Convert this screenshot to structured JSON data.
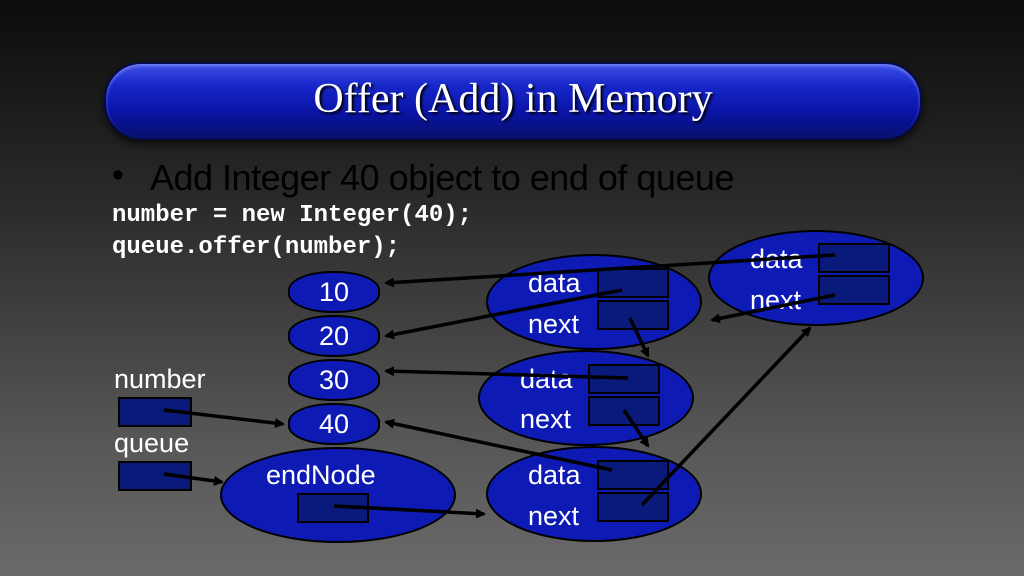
{
  "title": "Offer (Add) in Memory",
  "bullet": {
    "symbol": "•",
    "text": "Add Integer 40 object to end of queue"
  },
  "code": {
    "line1": "number = new Integer(40);",
    "line2": "queue.offer(number);"
  },
  "variables": {
    "number_label": "number",
    "queue_label": "queue"
  },
  "values": [
    "10",
    "20",
    "30",
    "40"
  ],
  "end_node": {
    "label": "endNode"
  },
  "nodes": [
    {
      "data_label": "data",
      "next_label": "next"
    },
    {
      "data_label": "data",
      "next_label": "next"
    },
    {
      "data_label": "data",
      "next_label": "next"
    },
    {
      "data_label": "data",
      "next_label": "next"
    }
  ],
  "colors": {
    "title_bar": "#1626c8",
    "ellipse_fill": "#0d1ab3",
    "slot_fill": "#0a1a7a",
    "arrow": "#000000",
    "text": "#ffffff"
  }
}
